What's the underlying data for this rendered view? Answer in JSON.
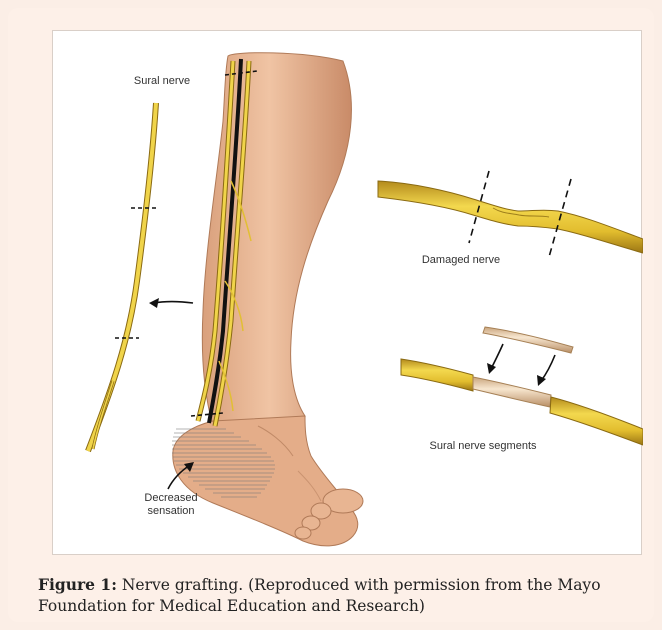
{
  "figure": {
    "labels": {
      "sural_nerve": "Sural nerve",
      "damaged_nerve": "Damaged nerve",
      "sural_nerve_segments": "Sural nerve segments",
      "decreased_sensation_line1": "Decreased",
      "decreased_sensation_line2": "sensation"
    },
    "colors": {
      "nerve": "#e9c93a",
      "nerve_outline": "#8a6a12",
      "skin": "#e7b592",
      "skin_shade": "#c98f6d",
      "graft": "#f1dcc0"
    }
  },
  "caption": {
    "label": "Figure 1:",
    "text": " Nerve grafting. (Reproduced with permission from the Mayo Foundation for Medical Education and Research)"
  }
}
